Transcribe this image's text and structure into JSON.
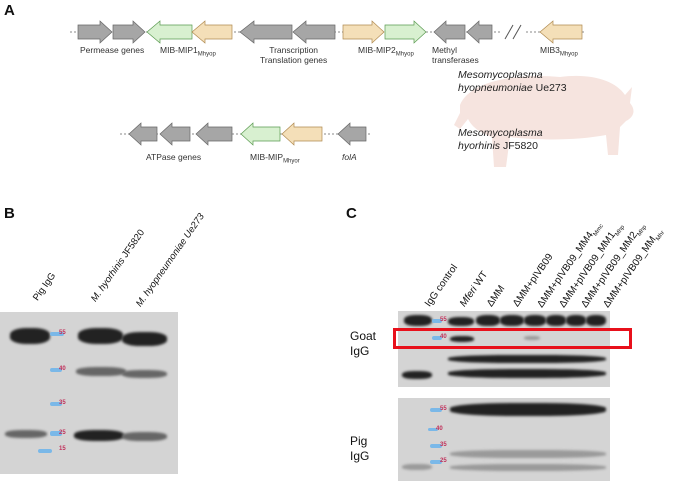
{
  "panels": {
    "a": "A",
    "b": "B",
    "c": "C"
  },
  "colors": {
    "grey_gene": "#a6a6a6",
    "mib_gene": "#d8f0d0",
    "mip_gene": "#f4dfb8",
    "highlight": "#e8101b"
  },
  "panel_a": {
    "row1_captions": {
      "permease": "Permease genes",
      "mib_mip1": "MIB-MIP1",
      "mib_mip1_sub": "Mhyop",
      "transcription": "Transcription",
      "translation": "Translation genes",
      "mib_mip2": "MIB-MIP2",
      "mib_mip2_sub": "Mhyop",
      "methyl": "Methyl",
      "transferases": "transferases",
      "mib3": "MIB3",
      "mib3_sub": "Mhyop"
    },
    "org1": {
      "genus": "Mesomycoplasma",
      "species": "hyopneumoniae",
      "strain": "Ue273"
    },
    "row2_captions": {
      "atpase": "ATPase genes",
      "mib_mip": "MIB-MIP",
      "mib_mip_sub": "Mhyor",
      "fola": "folA"
    },
    "org2": {
      "genus": "Mesomycoplasma",
      "species": "hyorhinis",
      "strain": "JF5820"
    }
  },
  "panel_b": {
    "lanes": {
      "l1": "Pig IgG",
      "l2_genus": "M. hyorhinis",
      "l2_strain": "JF5820",
      "l3_genus": "M. hyopneumoniae",
      "l3_strain": "Ue273"
    },
    "ladder": [
      "55",
      "40",
      "35",
      "25",
      "15"
    ]
  },
  "panel_c": {
    "lanes": {
      "l1": "IgG control",
      "l2_genus": "Mferi",
      "l2_rest": "WT",
      "l3": "ΔMM",
      "l4": "ΔMM+pIVB09",
      "l5": "ΔMM+pIVB09_MM4",
      "l5_sub": "Mmc",
      "l6": "ΔMM+pIVB09_MM1",
      "l6_sub": "Mhp",
      "l7": "ΔMM+pIVB09_MM2",
      "l7_sub": "Mhp",
      "l8": "ΔMM+pIVB09_MM",
      "l8_sub": "Mhr"
    },
    "goat_label": [
      "Goat",
      "IgG"
    ],
    "pig_label": [
      "Pig",
      "IgG"
    ],
    "top_ladder": [
      "55",
      "40"
    ],
    "bottom_ladder": [
      "55",
      "40",
      "35",
      "25"
    ]
  }
}
